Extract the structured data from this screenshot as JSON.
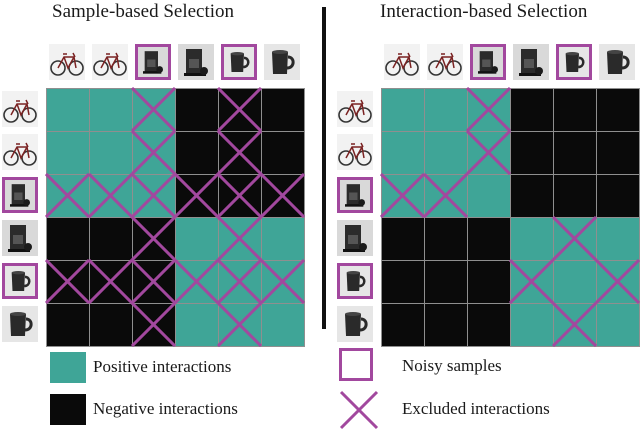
{
  "panels": [
    {
      "title": "Sample-based Selection",
      "matrix": [
        [
          1,
          1,
          1,
          0,
          0,
          0
        ],
        [
          1,
          1,
          1,
          0,
          0,
          0
        ],
        [
          1,
          1,
          1,
          0,
          0,
          0
        ],
        [
          0,
          0,
          0,
          1,
          1,
          1
        ],
        [
          0,
          0,
          0,
          1,
          1,
          1
        ],
        [
          0,
          0,
          0,
          1,
          1,
          1
        ]
      ],
      "excluded": [
        [
          0,
          0,
          1,
          0,
          1,
          0
        ],
        [
          0,
          0,
          1,
          0,
          1,
          0
        ],
        [
          1,
          1,
          1,
          1,
          1,
          1
        ],
        [
          0,
          0,
          1,
          0,
          1,
          0
        ],
        [
          1,
          1,
          1,
          1,
          1,
          1
        ],
        [
          0,
          0,
          1,
          0,
          1,
          0
        ]
      ]
    },
    {
      "title": "Interaction-based Selection",
      "matrix": [
        [
          1,
          1,
          1,
          0,
          0,
          0
        ],
        [
          1,
          1,
          1,
          0,
          0,
          0
        ],
        [
          1,
          1,
          1,
          0,
          0,
          0
        ],
        [
          0,
          0,
          0,
          1,
          1,
          1
        ],
        [
          0,
          0,
          0,
          1,
          1,
          1
        ],
        [
          0,
          0,
          0,
          1,
          1,
          1
        ]
      ],
      "excluded": [
        [
          0,
          0,
          1,
          0,
          0,
          0
        ],
        [
          0,
          0,
          1,
          0,
          0,
          0
        ],
        [
          1,
          1,
          0,
          0,
          0,
          0
        ],
        [
          0,
          0,
          0,
          0,
          1,
          0
        ],
        [
          0,
          0,
          0,
          1,
          0,
          1
        ],
        [
          0,
          0,
          0,
          0,
          1,
          0
        ]
      ]
    }
  ],
  "samples": [
    {
      "icon": "bicycle-icon",
      "noisy": false
    },
    {
      "icon": "bicycle-icon",
      "noisy": false
    },
    {
      "icon": "coffee-maker-icon",
      "noisy": true
    },
    {
      "icon": "coffee-maker-icon",
      "noisy": false
    },
    {
      "icon": "mug-icon",
      "noisy": true
    },
    {
      "icon": "mug-icon",
      "noisy": false
    }
  ],
  "legend": {
    "positive": "Positive interactions",
    "negative": "Negative interactions",
    "noisy": "Noisy samples",
    "excluded": "Excluded interactions"
  },
  "colors": {
    "positive": "#3fa597",
    "negative": "#0a0a0a",
    "noisy": "#a2489e",
    "excluded": "#a2489e"
  }
}
